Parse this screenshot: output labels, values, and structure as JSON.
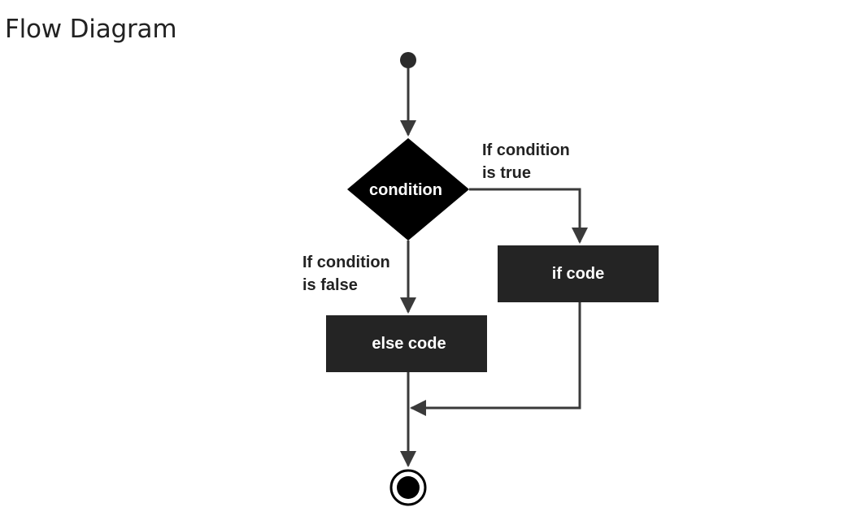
{
  "heading": "Flow Diagram",
  "diagram": {
    "decision_label": "condition",
    "true_branch_label": [
      "If condition",
      "is true"
    ],
    "false_branch_label": [
      "If condition",
      "is false"
    ],
    "if_box_label": "if code",
    "else_box_label": "else code",
    "colors": {
      "shape_fill": "#242424",
      "node_fill": "#000000",
      "line": "#3a3a3a",
      "label_dark": "#222222",
      "label_light": "#ffffff"
    }
  }
}
